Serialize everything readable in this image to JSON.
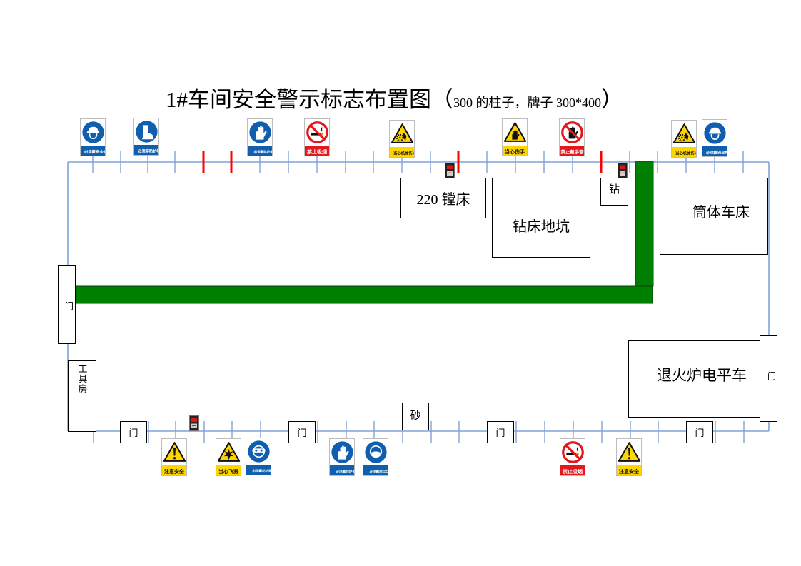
{
  "title": {
    "main": "1#车间安全警示标志布置图",
    "open": "（",
    "note": "300 的柱子，牌子 300*400",
    "close": "）"
  },
  "areas": {
    "boring_machine": "220 镗床",
    "drill_pit": "钻床地坑",
    "drill": "钻",
    "cylinder_lathe": "筒体车床",
    "annealing_cart": "退火炉电平车",
    "tool_room": "工具房",
    "sand": "砂"
  },
  "door_label": "门",
  "markers": {
    "fire_extinguisher": "fire-extinguisher-icon"
  },
  "signs": {
    "top": [
      {
        "kind": "mandatory",
        "icon": "helmet-icon",
        "label": "必须戴安全帽"
      },
      {
        "kind": "mandatory",
        "icon": "safety-boot-icon",
        "label": "必须穿防护鞋"
      },
      {
        "kind": "mandatory",
        "icon": "glove-icon",
        "label": "必须戴防护手套"
      },
      {
        "kind": "prohibition",
        "icon": "no-smoking-icon",
        "label": "禁止吸烟"
      },
      {
        "kind": "warning",
        "icon": "machine-injury-icon",
        "label": "当心机械伤人"
      },
      {
        "kind": "warning",
        "icon": "hand-injury-icon",
        "label": "当心伤手"
      },
      {
        "kind": "prohibition",
        "icon": "no-gloves-icon",
        "label": "禁止戴手套"
      },
      {
        "kind": "warning",
        "icon": "machine-injury-icon",
        "label": "当心机械伤人"
      },
      {
        "kind": "mandatory",
        "icon": "helmet-icon",
        "label": "必须戴安全帽"
      }
    ],
    "bottom": [
      {
        "kind": "warning",
        "icon": "caution-icon",
        "label": "注意安全"
      },
      {
        "kind": "warning",
        "icon": "splash-icon",
        "label": "当心飞溅"
      },
      {
        "kind": "mandatory",
        "icon": "goggles-icon",
        "label": "必须戴防护眼镜"
      },
      {
        "kind": "mandatory",
        "icon": "glove-icon",
        "label": "必须戴防护手套"
      },
      {
        "kind": "mandatory",
        "icon": "dust-mask-icon",
        "label": "必须戴防尘口罩"
      },
      {
        "kind": "prohibition",
        "icon": "no-smoking-icon",
        "label": "禁止吸烟"
      },
      {
        "kind": "warning",
        "icon": "caution-icon",
        "label": "注意安全"
      }
    ]
  },
  "colors": {
    "wall": "#7fa3d8",
    "column_marker": "#ff0000",
    "track": "#008000",
    "mandatory": "#0f5fae",
    "warning": "#ffd500",
    "prohibition": "#e3171e"
  }
}
